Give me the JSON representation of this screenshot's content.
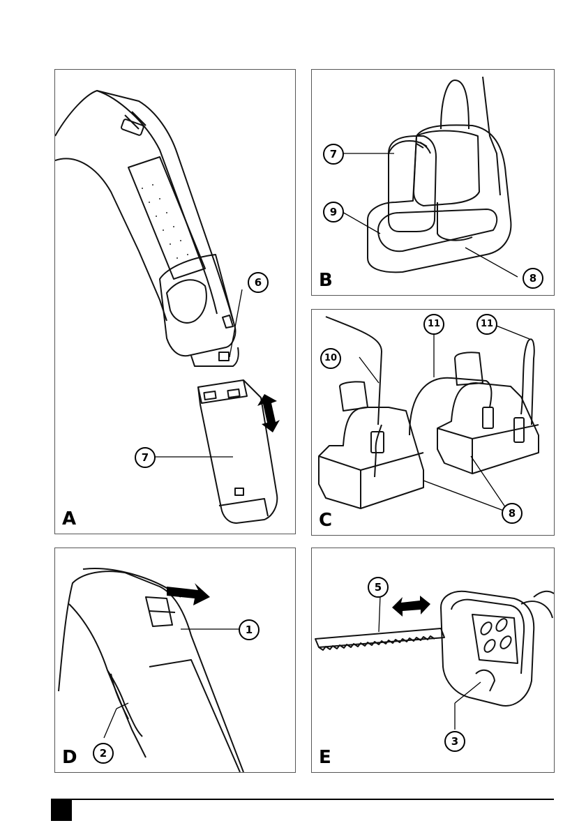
{
  "panels": {
    "A": {
      "label": "A",
      "callouts": [
        "6",
        "7"
      ]
    },
    "B": {
      "label": "B",
      "callouts": [
        "7",
        "9",
        "8"
      ]
    },
    "C": {
      "label": "C",
      "callouts": [
        "10",
        "11",
        "11",
        "8"
      ]
    },
    "D": {
      "label": "D",
      "callouts": [
        "1",
        "2"
      ]
    },
    "E": {
      "label": "E",
      "callouts": [
        "5",
        "3"
      ]
    }
  },
  "icons": [
    "saw-handle-illustration",
    "battery-pack-illustration",
    "charger-illustration",
    "double-arrow-icon",
    "saw-blade-illustration"
  ]
}
